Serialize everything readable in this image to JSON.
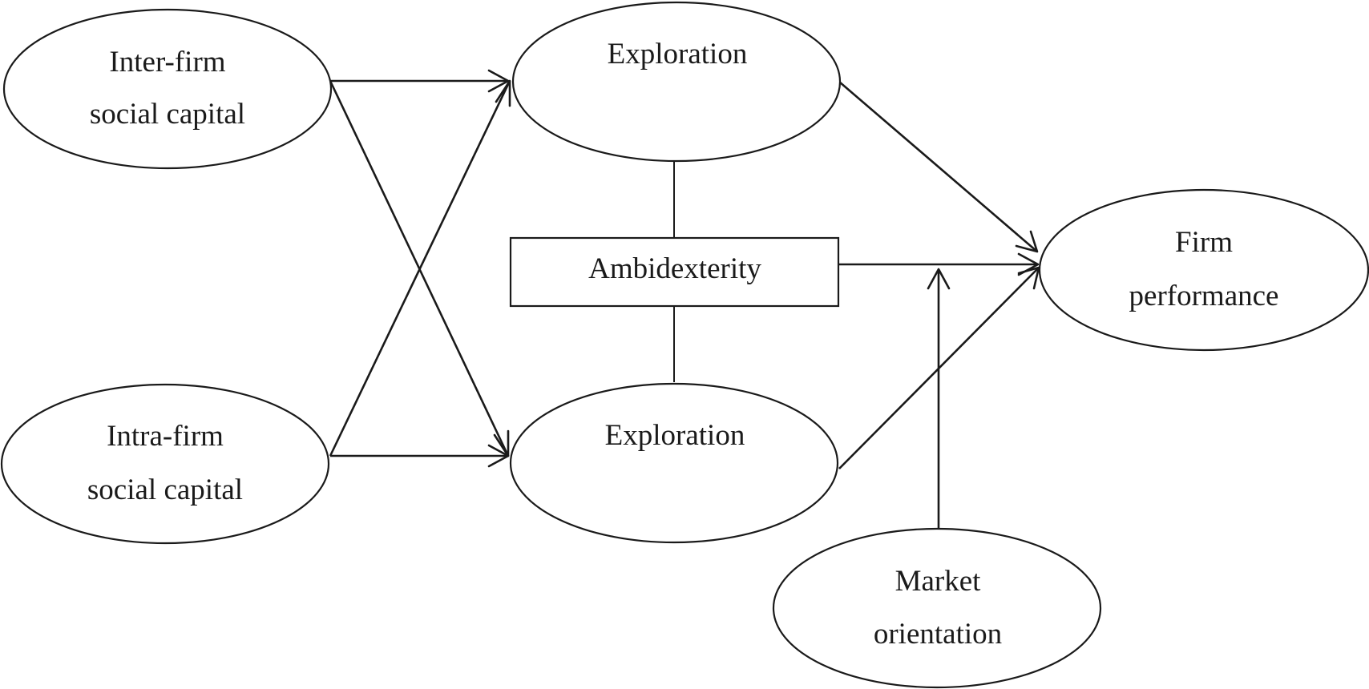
{
  "nodes": {
    "inter_firm": {
      "line1": "Inter-firm",
      "line2": "social capital"
    },
    "intra_firm": {
      "line1": "Intra-firm",
      "line2": "social capital"
    },
    "exploration_top": {
      "label": "Exploration"
    },
    "exploration_bottom": {
      "label": "Exploration"
    },
    "ambidexterity": {
      "label": "Ambidexterity"
    },
    "firm_performance": {
      "line1": "Firm",
      "line2": "performance"
    },
    "market_orientation": {
      "line1": "Market",
      "line2": "orientation"
    }
  },
  "edges": [
    {
      "from": "Inter-firm social capital",
      "to": "Exploration (top)",
      "type": "arrow"
    },
    {
      "from": "Inter-firm social capital",
      "to": "Exploration (bottom)",
      "type": "arrow"
    },
    {
      "from": "Intra-firm social capital",
      "to": "Exploration (top)",
      "type": "arrow"
    },
    {
      "from": "Intra-firm social capital",
      "to": "Exploration (bottom)",
      "type": "arrow"
    },
    {
      "from": "Exploration (top)",
      "to": "Firm performance",
      "type": "arrow"
    },
    {
      "from": "Exploration (bottom)",
      "to": "Firm performance",
      "type": "arrow"
    },
    {
      "from": "Ambidexterity",
      "to": "Firm performance",
      "type": "arrow"
    },
    {
      "from": "Market orientation",
      "to": "Ambidexterity–Firm performance path",
      "type": "moderation"
    },
    {
      "from": "Exploration (top)",
      "to": "Ambidexterity",
      "type": "line"
    },
    {
      "from": "Exploration (bottom)",
      "to": "Ambidexterity",
      "type": "line"
    }
  ],
  "colors": {
    "stroke": "#1a1a1a",
    "background": "#ffffff"
  }
}
